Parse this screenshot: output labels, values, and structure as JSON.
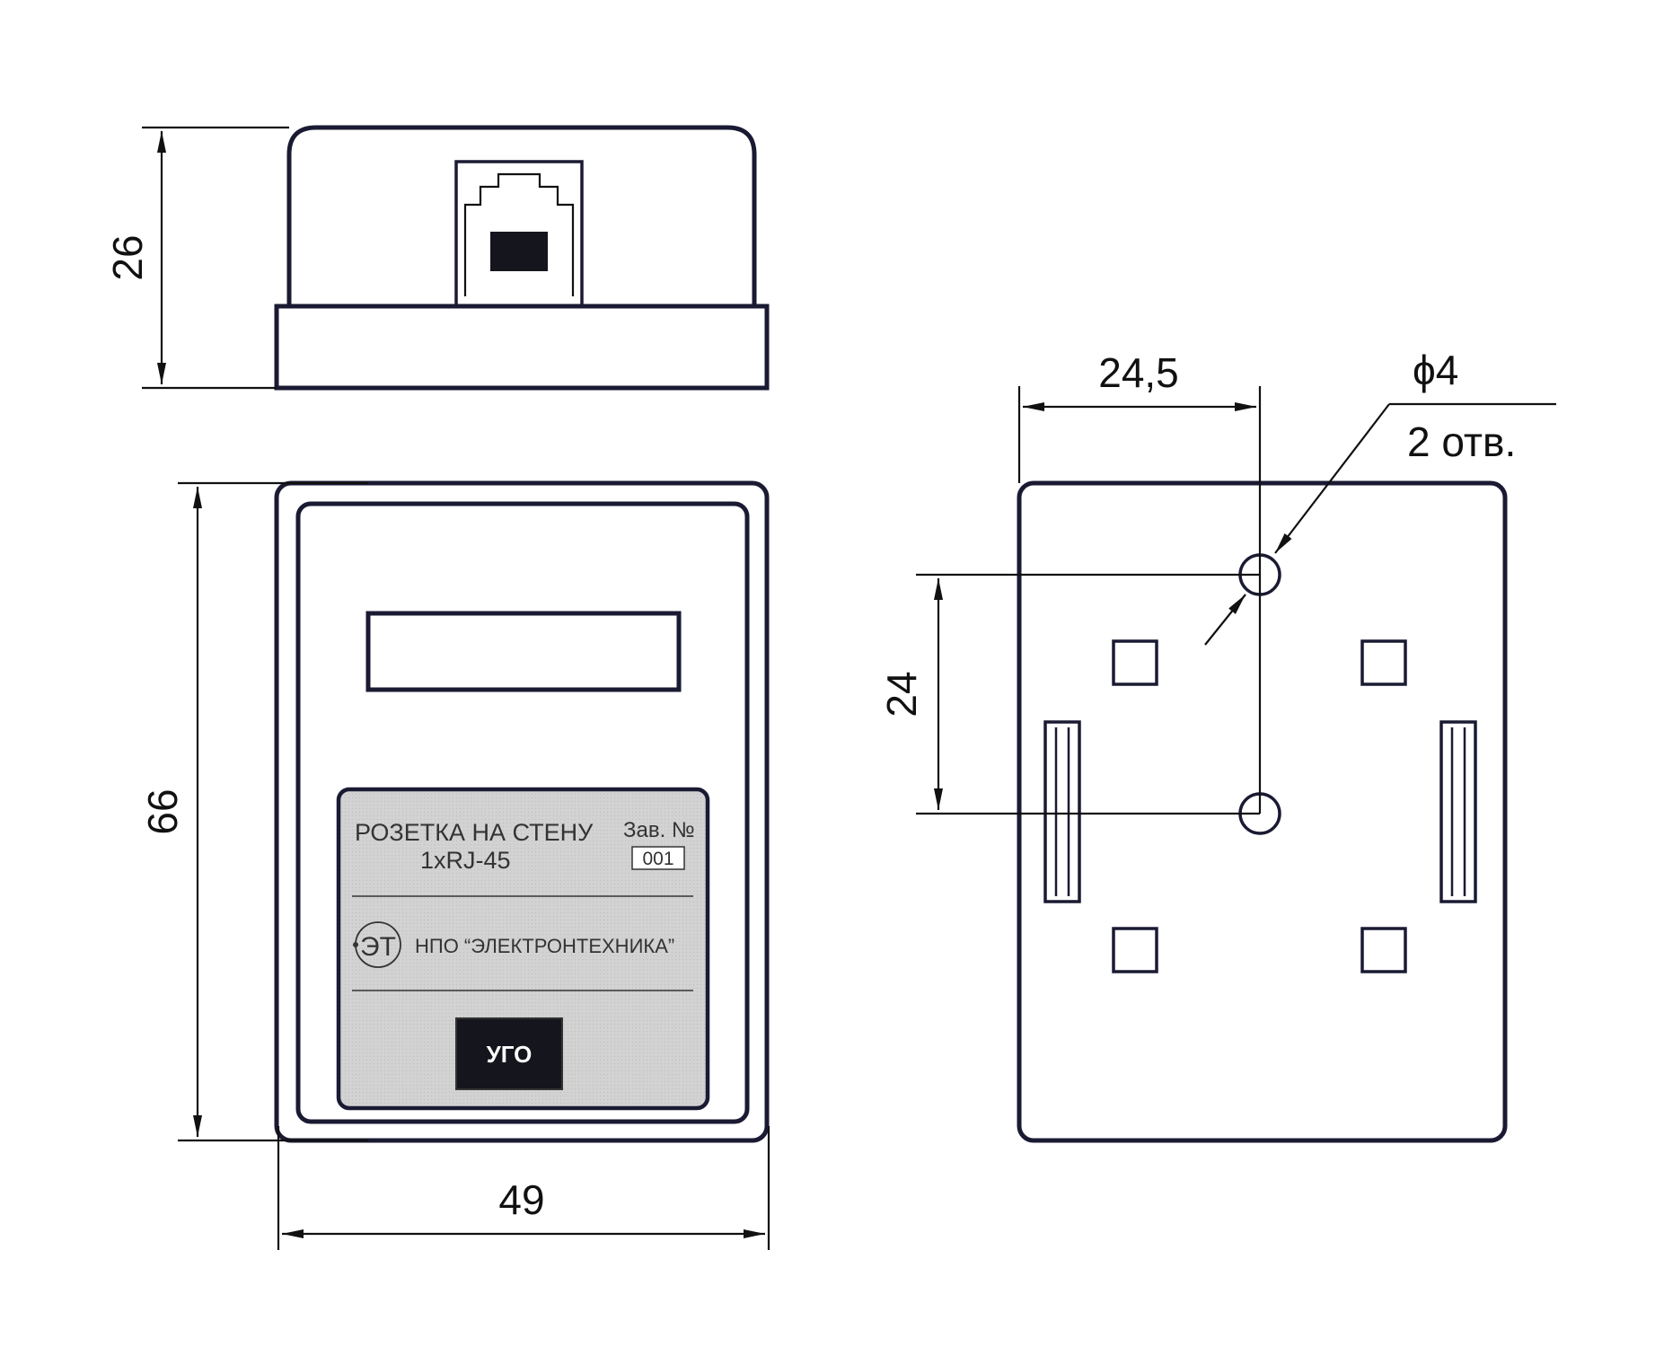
{
  "dimensions": {
    "height_side": "26",
    "height_front": "66",
    "width_front": "49",
    "hole_offset": "24,5",
    "hole_spacing": "24",
    "hole_diameter": "ϕ4",
    "hole_count": "2 отв."
  },
  "label_plate": {
    "title_line1": "РОЗЕТКА НА СТЕНУ",
    "title_line2": "1xRJ-45",
    "serial_label": "Зав. №",
    "serial_value": "001",
    "manufacturer": "НПО “ЭЛЕКТРОНТЕХНИКА”",
    "logo_letters": "ЭТ",
    "symbol_box": "УГО"
  },
  "colors": {
    "outline": "#1a1a33",
    "plate_fill": "#d4d4d4",
    "symbol_fill": "#15151e",
    "symbol_text": "#ffffff"
  }
}
